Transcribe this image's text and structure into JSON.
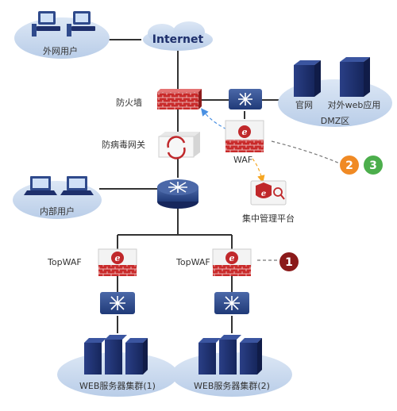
{
  "labels": {
    "internet": "Internet",
    "external_users": "外网用户",
    "firewall": "防火墙",
    "antivirus_gateway": "防病毒网关",
    "internal_users": "内部用户",
    "waf": "WAF",
    "mgmt_platform": "集中管理平台",
    "dmz": "DMZ区",
    "official_site": "官网",
    "external_web": "对外web应用",
    "topwaf_1": "TopWAF",
    "topwaf_2": "TopWAF",
    "cluster_1": "WEB服务器集群(1)",
    "cluster_2": "WEB服务器集群(2)"
  },
  "badges": [
    {
      "value": "1",
      "color": "#8b1a1a"
    },
    {
      "value": "2",
      "color": "#f08a24"
    },
    {
      "value": "3",
      "color": "#4cae4c"
    }
  ],
  "colors": {
    "cloud": "#c9d9ef",
    "firewall": "#c0282b",
    "switch": "#2f4a8c",
    "server": "#1e2f6b",
    "line": "#333333",
    "dashed_blue": "#4a90e2",
    "dashed_orange": "#f5a623",
    "dashed_gray": "#777777"
  }
}
